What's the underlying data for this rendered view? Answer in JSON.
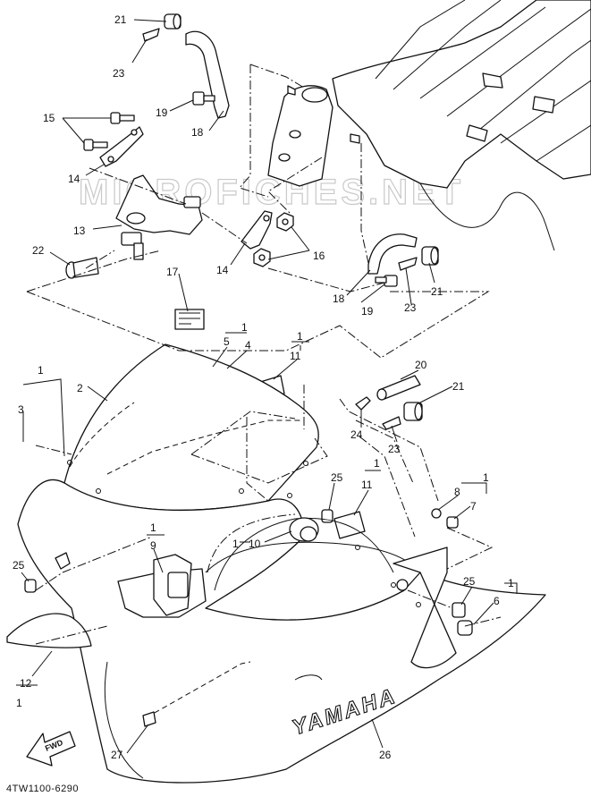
{
  "diagram": {
    "code": "4TW1100-6290",
    "watermark": "MICROFICHES.NET",
    "logo_text": "YAMAHA",
    "fwd_label": "FWD",
    "callouts": [
      "21",
      "23",
      "19",
      "18",
      "15",
      "14",
      "13",
      "22",
      "14",
      "16",
      "17",
      "18",
      "19",
      "23",
      "21",
      "1",
      "5",
      "4",
      "1",
      "11",
      "1",
      "2",
      "3",
      "20",
      "21",
      "24",
      "23",
      "25",
      "1",
      "11",
      "1",
      "8",
      "7",
      "1",
      "9",
      "1",
      "10",
      "25",
      "25",
      "6",
      "1",
      "12",
      "1",
      "27",
      "26"
    ]
  }
}
